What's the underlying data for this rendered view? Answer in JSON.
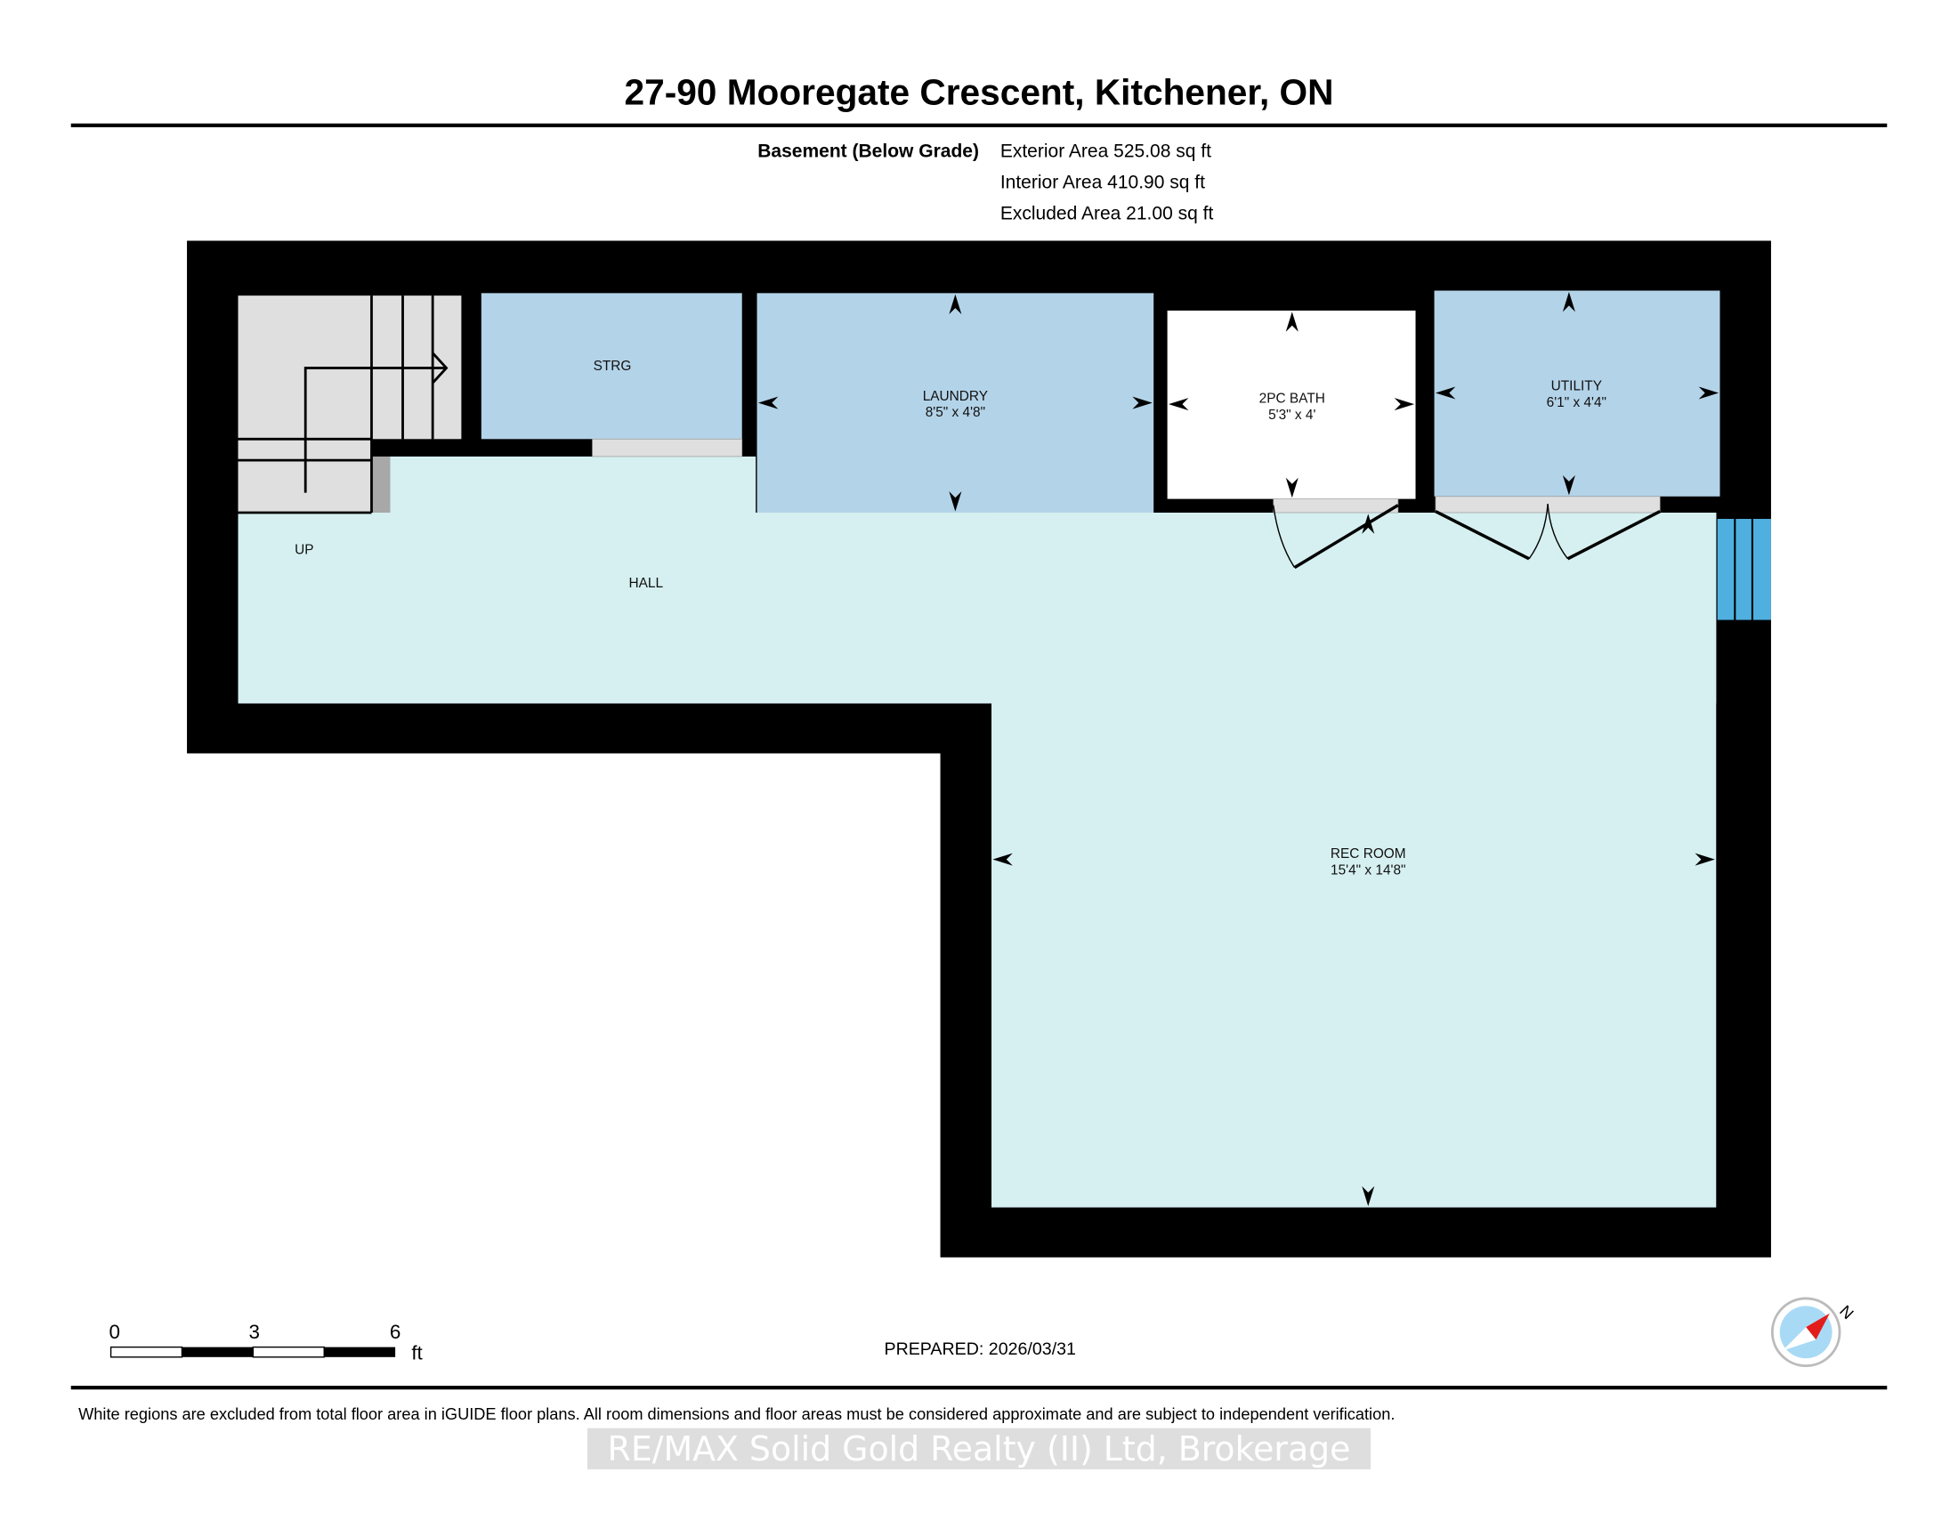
{
  "header": {
    "title": "27-90 Mooregate Crescent, Kitchener, ON",
    "floor_label": "Basement (Below Grade)",
    "exterior_area": "Exterior Area 525.08 sq ft",
    "interior_area": "Interior Area 410.90 sq ft",
    "excluded_area": "Excluded Area 21.00 sq ft"
  },
  "rooms": {
    "stairs": {
      "label": "UP"
    },
    "storage": {
      "label": "STRG"
    },
    "hall": {
      "label": "HALL"
    },
    "laundry": {
      "label": "LAUNDRY",
      "dims": "8'5\" x 4'8\""
    },
    "bath": {
      "label": "2PC BATH",
      "dims": "5'3\" x 4'"
    },
    "utility": {
      "label": "UTILITY",
      "dims": "6'1\" x 4'4\""
    },
    "rec": {
      "label": "REC ROOM",
      "dims": "15'4\" x 14'8\""
    }
  },
  "scale": {
    "ticks": [
      "0",
      "3",
      "6"
    ],
    "unit": "ft"
  },
  "compass": {
    "label": "N"
  },
  "prepared": "PREPARED: 2026/03/31",
  "disclaimer": "White regions are excluded from total floor area in iGUIDE floor plans. All room dimensions and floor areas must be considered approximate and are subject to independent verification.",
  "watermark": "RE/MAX Solid Gold Realty (II) Ltd, Brokerage",
  "colors": {
    "wall": "#000000",
    "room_blue": "#b3d3e8",
    "floor_cyan": "#d6f0f1",
    "stairs": "#dfdfdf",
    "window": "#4fb0e0",
    "bath": "#ffffff"
  }
}
